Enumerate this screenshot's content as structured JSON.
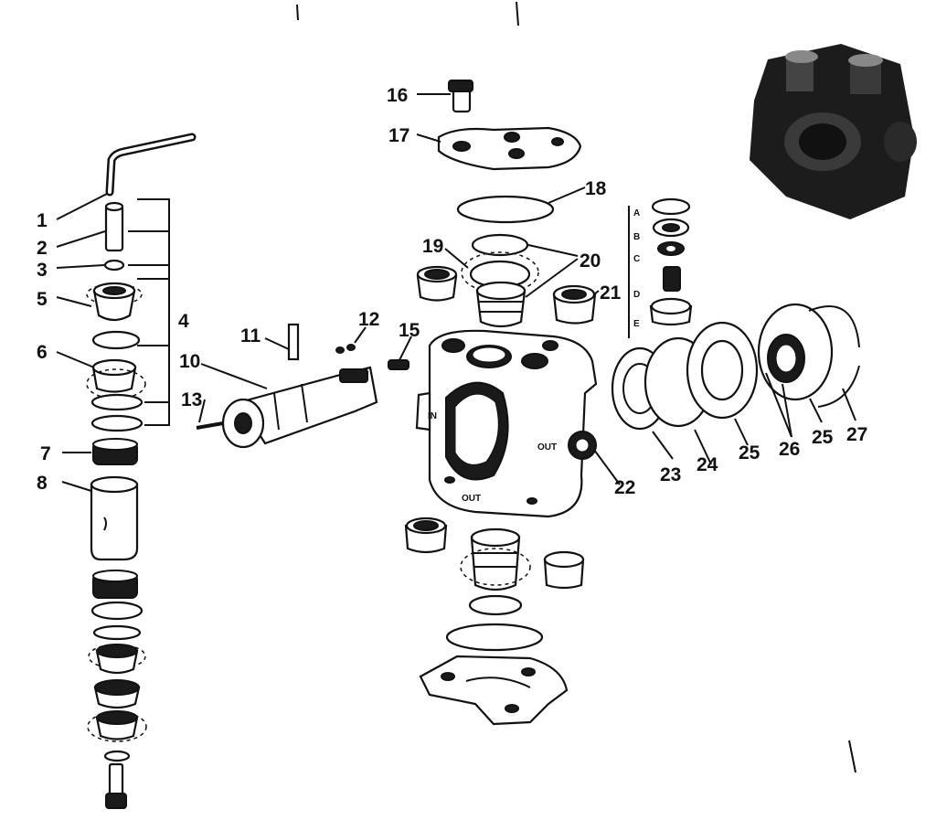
{
  "callouts": {
    "c1": "1",
    "c2": "2",
    "c3": "3",
    "c4": "4",
    "c5": "5",
    "c6": "6",
    "c7": "7",
    "c8": "8",
    "c10": "10",
    "c11": "11",
    "c12": "12",
    "c13": "13",
    "c15": "15",
    "c16": "16",
    "c17": "17",
    "c18": "18",
    "c19": "19",
    "c20": "20",
    "c21": "21",
    "c22": "22",
    "c23": "23",
    "c24": "24",
    "c25a": "25",
    "c26": "26",
    "c25b": "25",
    "c27": "27"
  },
  "body_marks": {
    "in": "IN",
    "out_right": "OUT",
    "out_bottom": "OUT"
  },
  "kit_letters": {
    "a": "A",
    "b": "B",
    "c": "C",
    "d": "D",
    "e": "E"
  }
}
